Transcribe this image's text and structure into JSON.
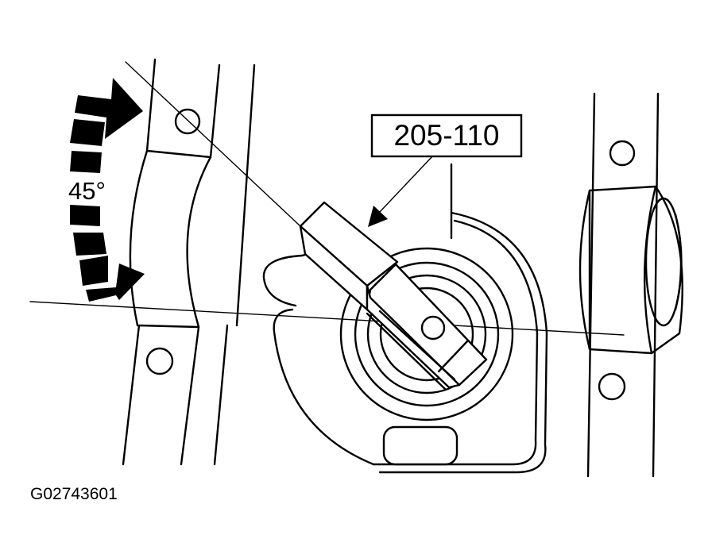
{
  "callout": {
    "tool_number": "205-110"
  },
  "rotation": {
    "angle_label": "45°"
  },
  "figure": {
    "id": "G02743601"
  }
}
